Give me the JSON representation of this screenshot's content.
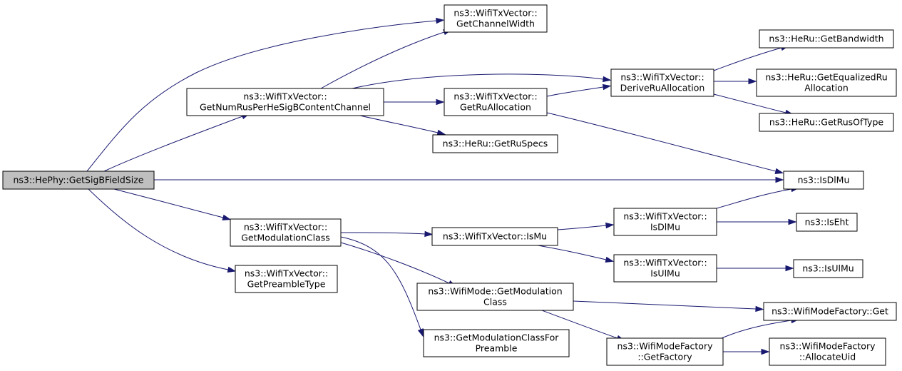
{
  "graph": {
    "title": "",
    "nodes": {
      "hephy_getsigbfieldsize": {
        "lines": [
          "ns3::HePhy::GetSigBFieldSize"
        ],
        "highlighted": true
      },
      "wtv_getchannelwidth": {
        "lines": [
          "ns3::WifiTxVector::",
          "GetChannelWidth"
        ]
      },
      "wtv_getnumrusperhesigbcontentchannel": {
        "lines": [
          "ns3::WifiTxVector::",
          "GetNumRusPerHeSigBContentChannel"
        ]
      },
      "wtv_derivеruallocation": {
        "lines": [
          "ns3::WifiTxVector::",
          "DeriveRuAllocation"
        ]
      },
      "wtv_getruallocation": {
        "lines": [
          "ns3::WifiTxVector::",
          "GetRuAllocation"
        ]
      },
      "heru_getruspecs": {
        "lines": [
          "ns3::HeRu::GetRuSpecs"
        ]
      },
      "heru_getbandwidth": {
        "lines": [
          "ns3::HeRu::GetBandwidth"
        ]
      },
      "heru_getequalizedruallocation": {
        "lines": [
          "ns3::HeRu::GetEqualizedRu",
          "Allocation"
        ]
      },
      "heru_getrusoftype": {
        "lines": [
          "ns3::HeRu::GetRusOfType"
        ]
      },
      "isdlmu": {
        "lines": [
          "ns3::IsDlMu"
        ]
      },
      "wtv_getmodulationclass": {
        "lines": [
          "ns3::WifiTxVector::",
          "GetModulationClass"
        ]
      },
      "wtv_ismu": {
        "lines": [
          "ns3::WifiTxVector::IsMu"
        ]
      },
      "wtv_isdlmu": {
        "lines": [
          "ns3::WifiTxVector::",
          "IsDlMu"
        ]
      },
      "wtv_isulmu": {
        "lines": [
          "ns3::WifiTxVector::",
          "IsUlMu"
        ]
      },
      "iseht": {
        "lines": [
          "ns3::IsEht"
        ]
      },
      "isulmu": {
        "lines": [
          "ns3::IsUlMu"
        ]
      },
      "wtv_getpreambletype": {
        "lines": [
          "ns3::WifiTxVector::",
          "GetPreambleType"
        ]
      },
      "wm_getmodulationclass": {
        "lines": [
          "ns3::WifiMode::GetModulation",
          "Class"
        ]
      },
      "wmf_get": {
        "lines": [
          "ns3::WifiModeFactory::Get"
        ]
      },
      "getmodulationclassforpreamble": {
        "lines": [
          "ns3::GetModulationClassFor",
          "Preamble"
        ]
      },
      "wmf_getfactory": {
        "lines": [
          "ns3::WifiModeFactory",
          "::GetFactory"
        ]
      },
      "wmf_allocateuid": {
        "lines": [
          "ns3::WifiModeFactory",
          "::AllocateUid"
        ]
      }
    },
    "edges": [
      {
        "from": "hephy_getsigbfieldsize",
        "to": "wtv_getchannelwidth"
      },
      {
        "from": "hephy_getsigbfieldsize",
        "to": "wtv_getnumrusperhesigbcontentchannel"
      },
      {
        "from": "hephy_getsigbfieldsize",
        "to": "isdlmu"
      },
      {
        "from": "hephy_getsigbfieldsize",
        "to": "wtv_getmodulationclass"
      },
      {
        "from": "hephy_getsigbfieldsize",
        "to": "wtv_getpreambletype"
      },
      {
        "from": "wtv_getnumrusperhesigbcontentchannel",
        "to": "wtv_getchannelwidth"
      },
      {
        "from": "wtv_getnumrusperhesigbcontentchannel",
        "to": "wtv_derivеruallocation"
      },
      {
        "from": "wtv_getnumrusperhesigbcontentchannel",
        "to": "wtv_getruallocation"
      },
      {
        "from": "wtv_getnumrusperhesigbcontentchannel",
        "to": "heru_getruspecs"
      },
      {
        "from": "wtv_getruallocation",
        "to": "wtv_derivеruallocation"
      },
      {
        "from": "wtv_getruallocation",
        "to": "isdlmu"
      },
      {
        "from": "wtv_derivеruallocation",
        "to": "heru_getbandwidth"
      },
      {
        "from": "wtv_derivеruallocation",
        "to": "heru_getequalizedruallocation"
      },
      {
        "from": "wtv_derivеruallocation",
        "to": "heru_getrusoftype"
      },
      {
        "from": "wtv_getmodulationclass",
        "to": "wtv_ismu"
      },
      {
        "from": "wtv_getmodulationclass",
        "to": "wm_getmodulationclass"
      },
      {
        "from": "wtv_getmodulationclass",
        "to": "getmodulationclassforpreamble"
      },
      {
        "from": "wtv_ismu",
        "to": "wtv_isdlmu"
      },
      {
        "from": "wtv_ismu",
        "to": "wtv_isulmu"
      },
      {
        "from": "wtv_isdlmu",
        "to": "isdlmu"
      },
      {
        "from": "wtv_isdlmu",
        "to": "iseht"
      },
      {
        "from": "wtv_isulmu",
        "to": "isulmu"
      },
      {
        "from": "wm_getmodulationclass",
        "to": "wmf_get"
      },
      {
        "from": "wm_getmodulationclass",
        "to": "wmf_getfactory"
      },
      {
        "from": "wmf_getfactory",
        "to": "wmf_get"
      },
      {
        "from": "wmf_getfactory",
        "to": "wmf_allocateuid"
      }
    ],
    "colors": {
      "edge": "#191970",
      "highlight_fill": "#bfbfbf",
      "node_border": "#000000"
    }
  }
}
